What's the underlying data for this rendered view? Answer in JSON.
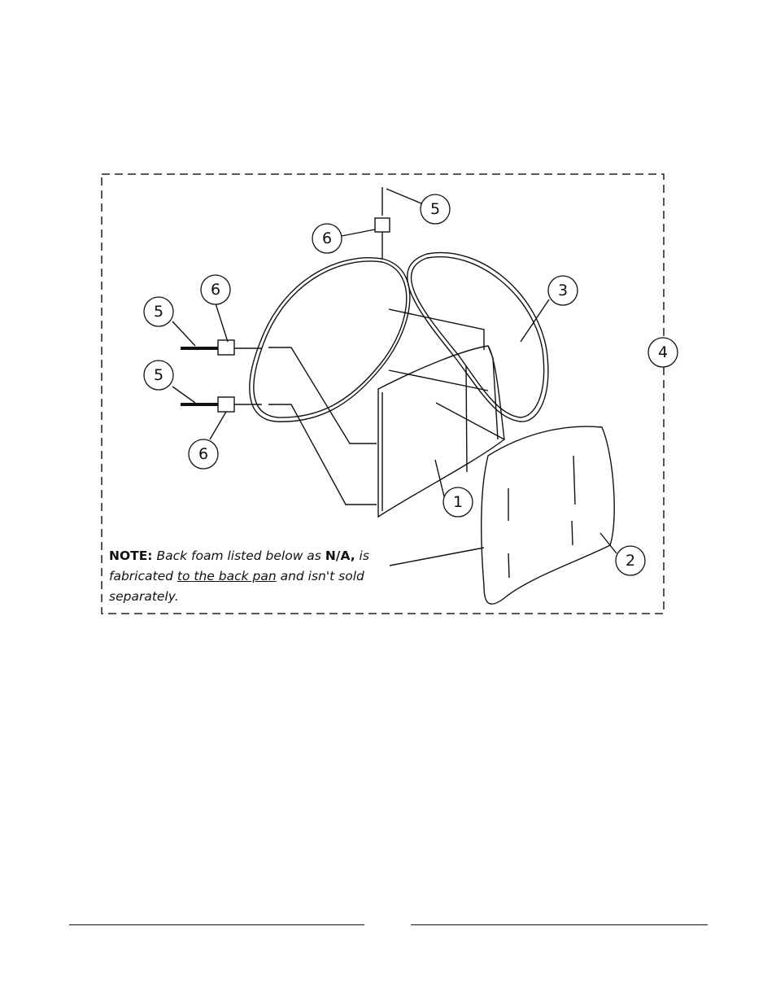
{
  "diagram": {
    "callouts": [
      "5",
      "6",
      "6",
      "5",
      "3",
      "4",
      "5",
      "6",
      "1",
      "2"
    ],
    "note": {
      "label": "NOTE:",
      "text1": " Back foam listed below as ",
      "bold": "N/A,",
      "text2": " is fabricated ",
      "underlined": "to the back pan",
      "text3": " and isn't sold separately."
    }
  }
}
